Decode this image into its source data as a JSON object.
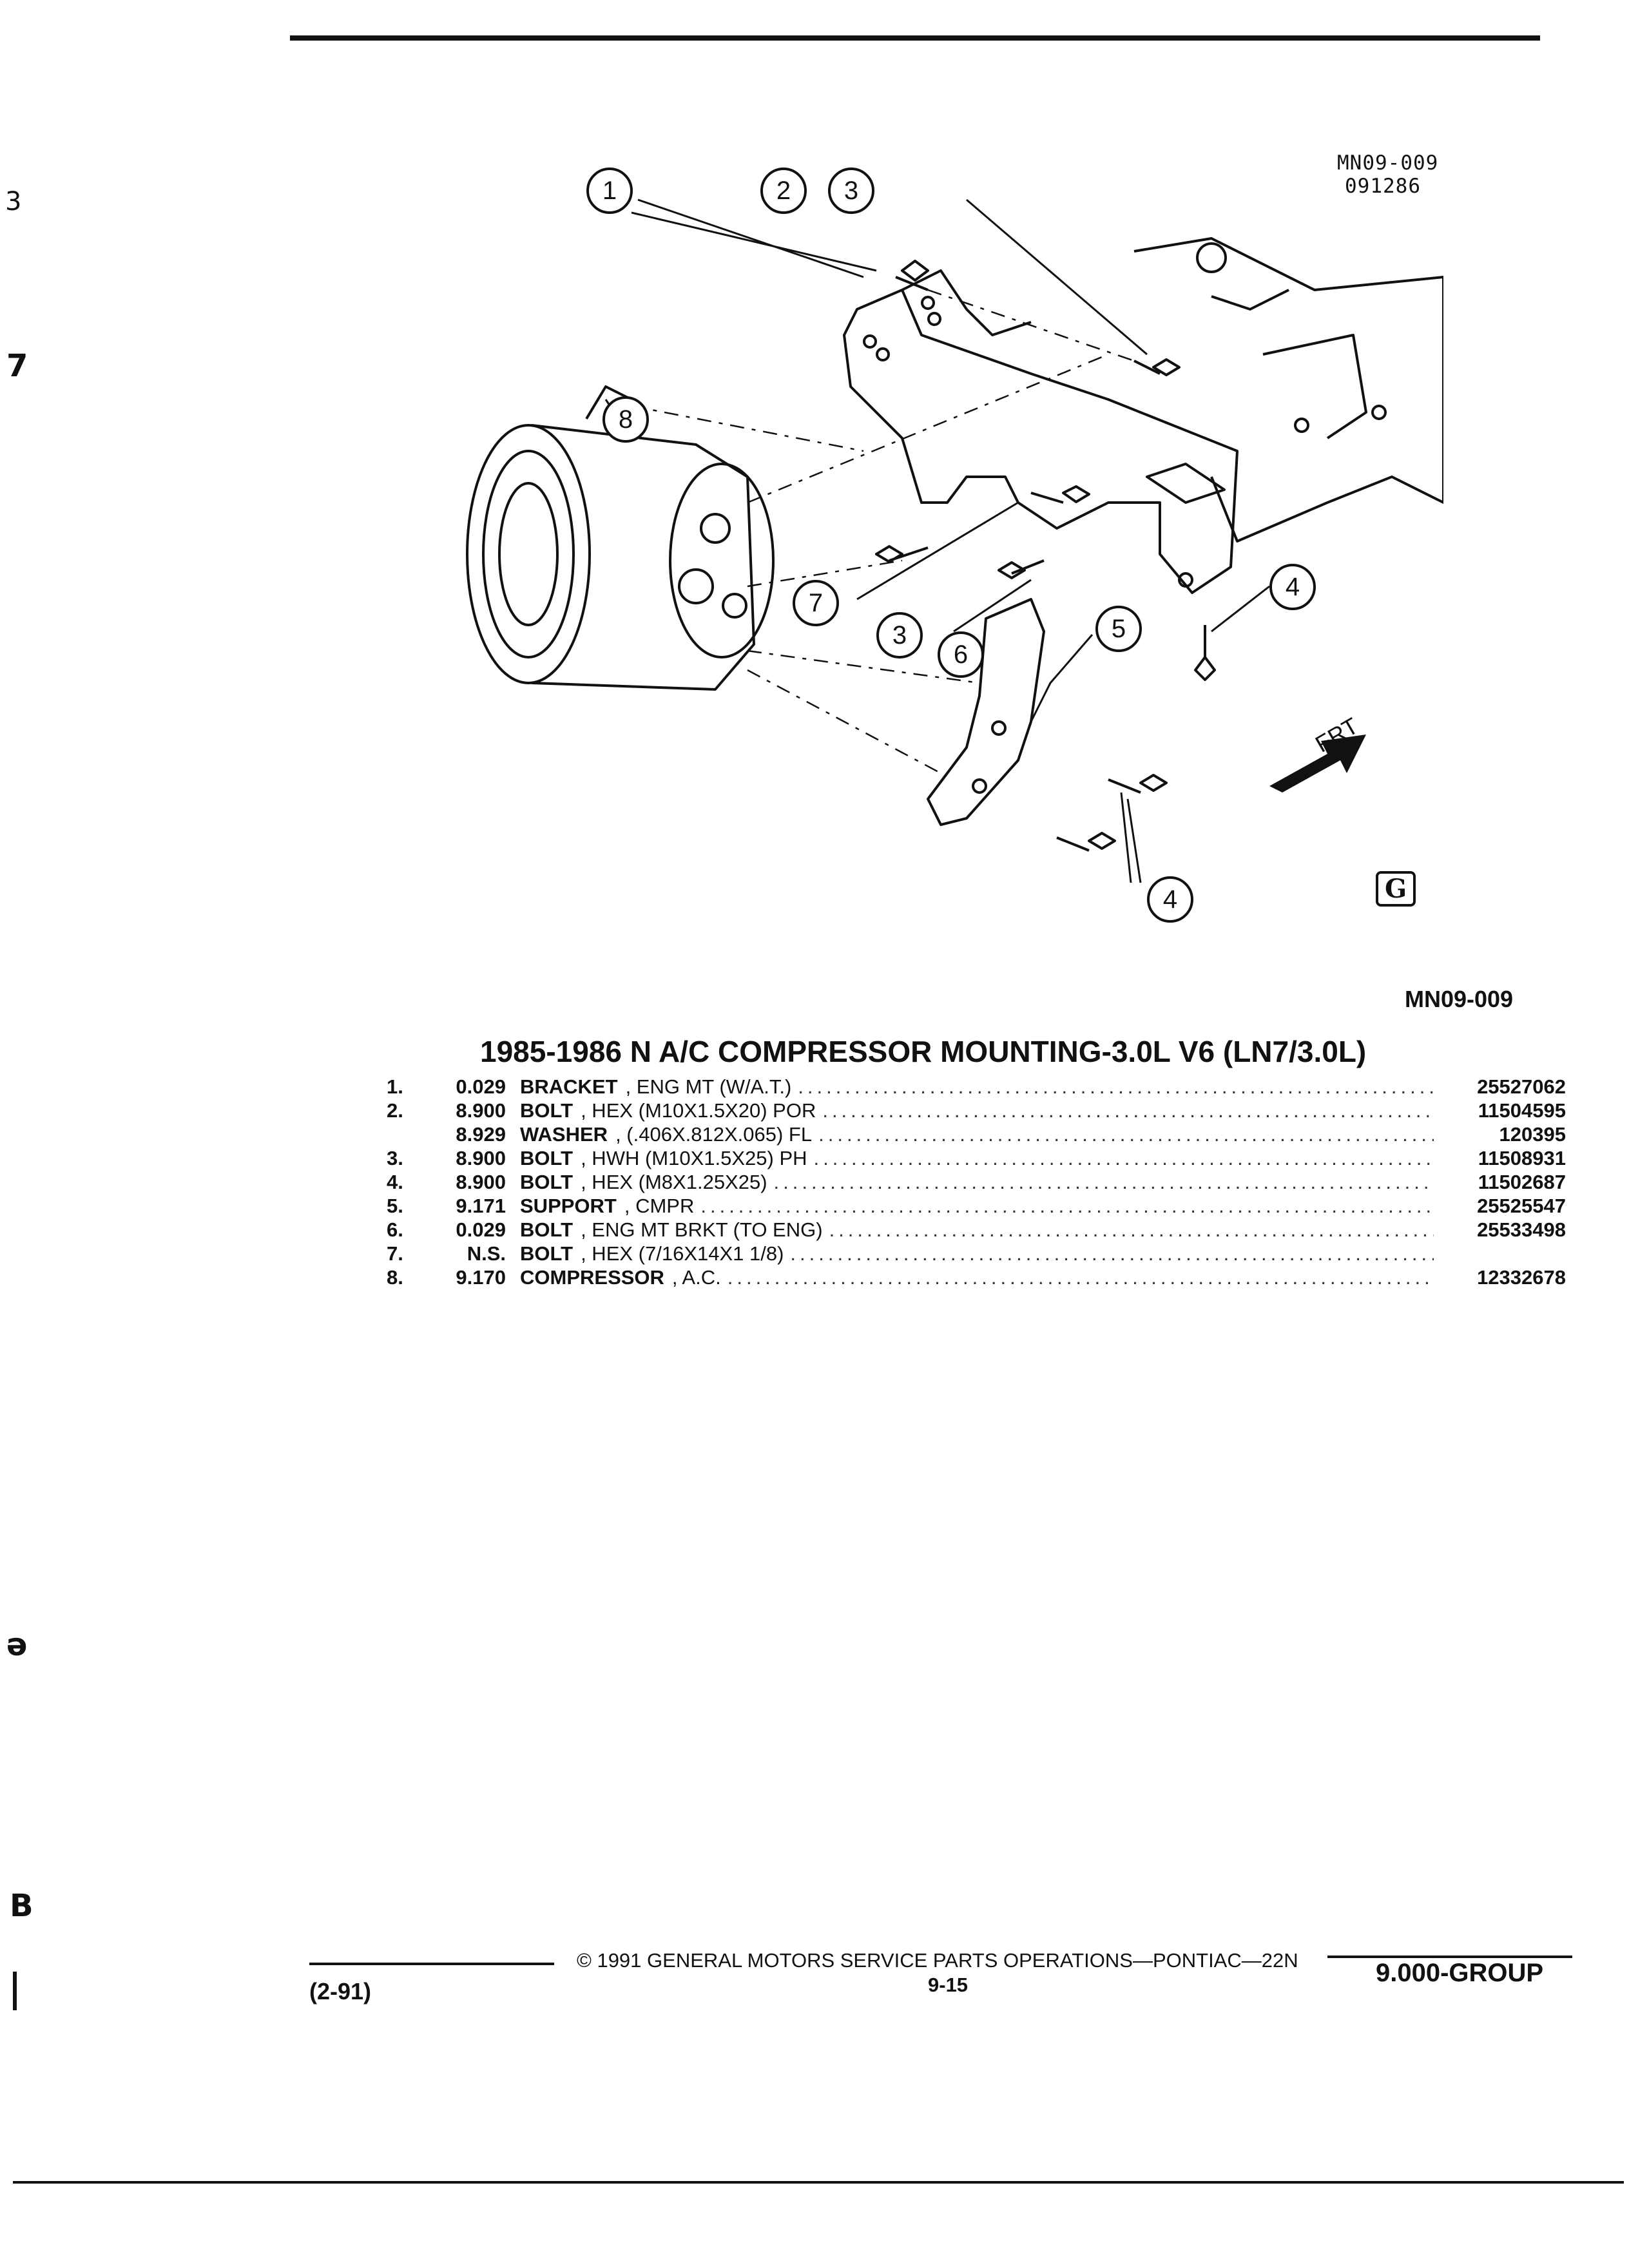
{
  "diagram": {
    "code": "MN09-009",
    "date_code": "091286",
    "callouts": [
      "1",
      "2",
      "3",
      "8",
      "4",
      "7",
      "3",
      "6",
      "5",
      "4"
    ],
    "direction_label": "FRT",
    "logo_text": "G",
    "bottom_code": "MN09-009"
  },
  "title": "1985-1986 N A/C COMPRESSOR MOUNTING-3.0L V6 (LN7/3.0L)",
  "parts": [
    {
      "no": "1.",
      "group": "0.029",
      "name": "BRACKET",
      "desc": ", ENG MT (W/A.T.)",
      "part_no": "25527062"
    },
    {
      "no": "2.",
      "group": "8.900",
      "name": "BOLT",
      "desc": ", HEX (M10X1.5X20) POR",
      "part_no": "11504595"
    },
    {
      "no": "",
      "group": "8.929",
      "name": "WASHER",
      "desc": ", (.406X.812X.065) FL",
      "part_no": "120395"
    },
    {
      "no": "3.",
      "group": "8.900",
      "name": "BOLT",
      "desc": ", HWH (M10X1.5X25) PH",
      "part_no": "11508931"
    },
    {
      "no": "4.",
      "group": "8.900",
      "name": "BOLT",
      "desc": ", HEX (M8X1.25X25)",
      "part_no": "11502687"
    },
    {
      "no": "5.",
      "group": "9.171",
      "name": "SUPPORT",
      "desc": ", CMPR",
      "part_no": "25525547"
    },
    {
      "no": "6.",
      "group": "0.029",
      "name": "BOLT",
      "desc": ", ENG MT BRKT (TO ENG)",
      "part_no": "25533498"
    },
    {
      "no": "7.",
      "group": "N.S.",
      "name": "BOLT",
      "desc": ", HEX (7/16X14X1 1/8)",
      "part_no": ""
    },
    {
      "no": "8.",
      "group": "9.170",
      "name": "COMPRESSOR",
      "desc": ", A.C.",
      "part_no": "12332678"
    }
  ],
  "footer": {
    "copyright": "© 1991 GENERAL MOTORS SERVICE PARTS OPERATIONS—PONTIAC—22N",
    "page_number": "9-15",
    "date": "(2-91)",
    "group": "9.000-GROUP"
  },
  "margin_marks": [
    "3",
    "7",
    "ə",
    "B"
  ]
}
